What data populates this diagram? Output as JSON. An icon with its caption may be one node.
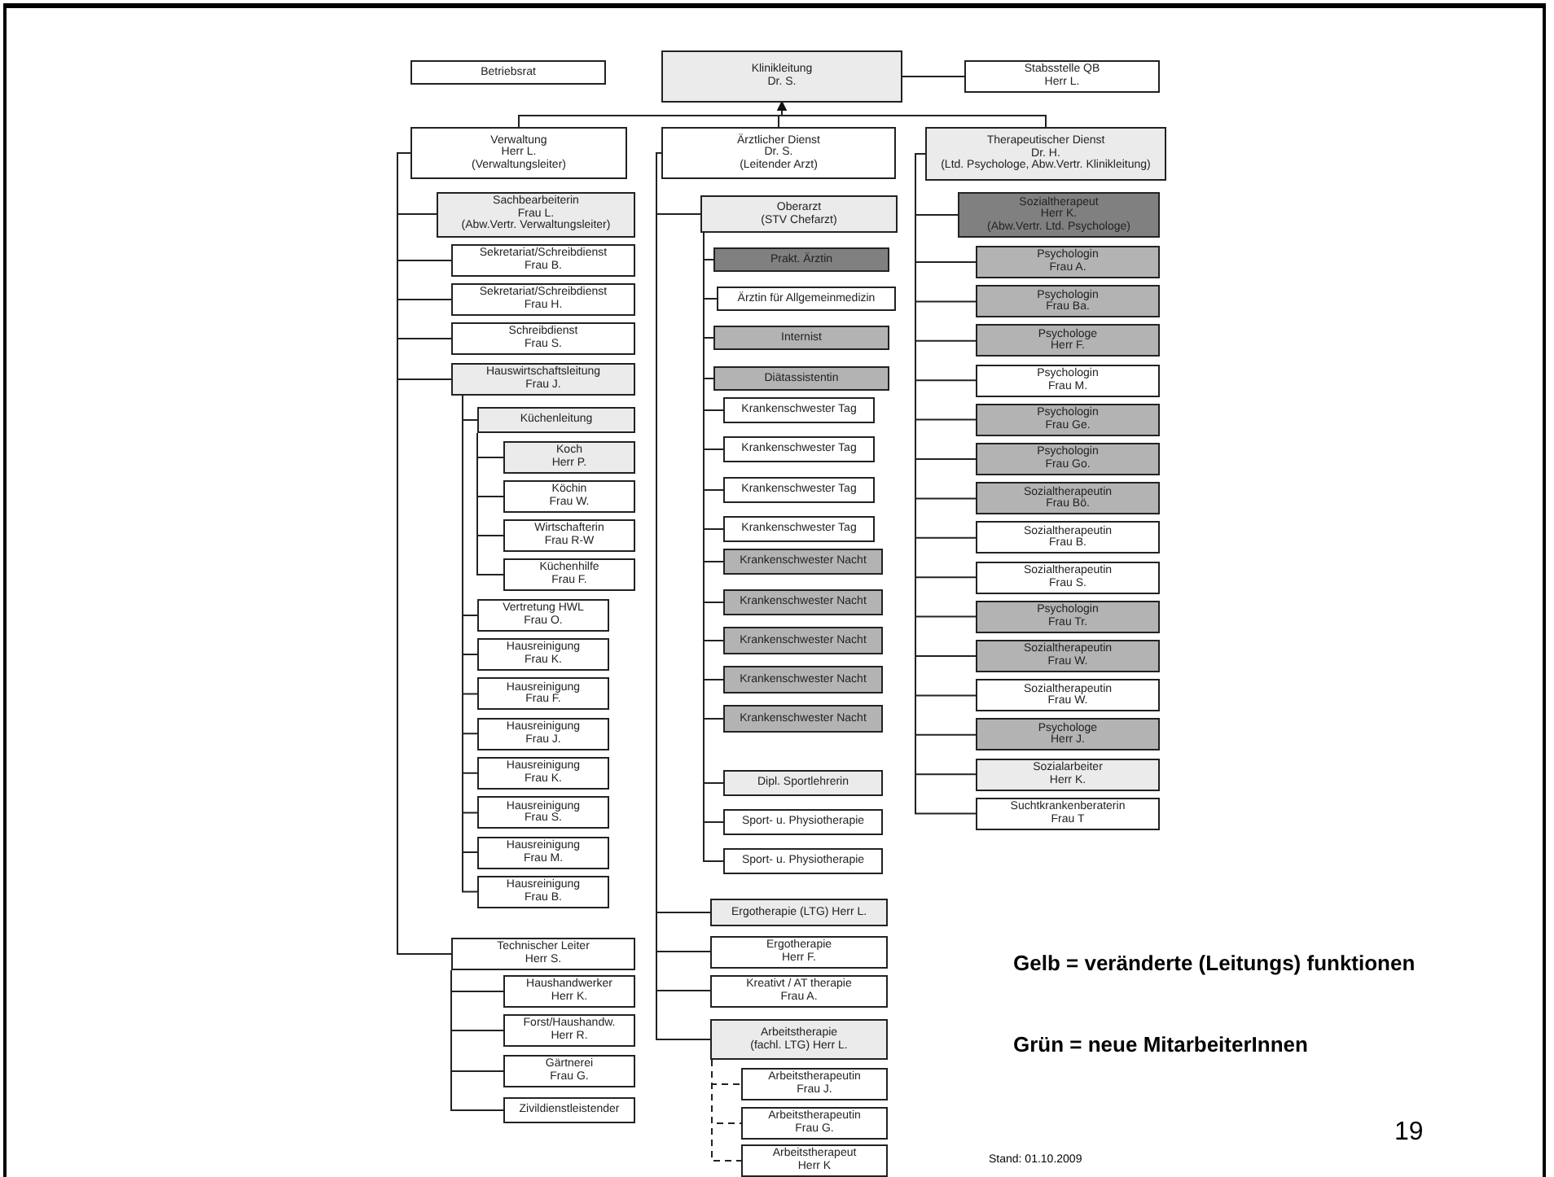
{
  "diagram": {
    "nodes": [
      {
        "text": [
          "Betriebsrat"
        ]
      },
      {
        "text": [
          "Klinikleitung",
          "Dr. S."
        ]
      },
      {
        "text": [
          "Stabsstelle QB",
          "Herr L."
        ]
      },
      {
        "text": [
          "Verwaltung",
          "Herr L.",
          "(Verwaltungsleiter)"
        ]
      },
      {
        "text": [
          "Ärztlicher Dienst",
          "Dr. S.",
          "(Leitender Arzt)"
        ]
      },
      {
        "text": [
          "Therapeutischer Dienst",
          "Dr. H.",
          "(Ltd. Psychologe, Abw.Vertr. Klinikleitung)"
        ]
      },
      {
        "text": [
          "Sachbearbeiterin",
          "Frau L.",
          "(Abw.Vertr. Verwaltungsleiter)"
        ]
      },
      {
        "text": [
          "Sekretariat/Schreibdienst",
          "Frau B."
        ]
      },
      {
        "text": [
          "Sekretariat/Schreibdienst",
          "Frau H."
        ]
      },
      {
        "text": [
          "Schreibdienst",
          "Frau S."
        ]
      },
      {
        "text": [
          "Hauswirtschaftsleitung",
          "Frau J."
        ]
      },
      {
        "text": [
          "Küchenleitung"
        ]
      },
      {
        "text": [
          "Koch",
          "Herr P."
        ]
      },
      {
        "text": [
          "Köchin",
          "Frau W."
        ]
      },
      {
        "text": [
          "Wirtschafterin",
          "Frau R-W"
        ]
      },
      {
        "text": [
          "Küchenhilfe",
          "Frau F."
        ]
      },
      {
        "text": [
          "Vertretung HWL",
          "Frau O."
        ]
      },
      {
        "text": [
          "Hausreinigung",
          "Frau K."
        ]
      },
      {
        "text": [
          "Hausreinigung",
          "Frau F."
        ]
      },
      {
        "text": [
          "Hausreinigung",
          "Frau J."
        ]
      },
      {
        "text": [
          "Hausreinigung",
          "Frau K."
        ]
      },
      {
        "text": [
          "Hausreinigung",
          "Frau S."
        ]
      },
      {
        "text": [
          "Hausreinigung",
          "Frau M."
        ]
      },
      {
        "text": [
          "Hausreinigung",
          "Frau B."
        ]
      },
      {
        "text": [
          "Technischer Leiter",
          "Herr S."
        ]
      },
      {
        "text": [
          "Haushandwerker",
          "Herr K."
        ]
      },
      {
        "text": [
          "Forst/Haushandw.",
          "Herr R."
        ]
      },
      {
        "text": [
          "Gärtnerei",
          "Frau G."
        ]
      },
      {
        "text": [
          "Zivildienstleistender"
        ]
      },
      {
        "text": [
          "Oberarzt",
          "(STV Chefarzt)"
        ]
      },
      {
        "text": [
          "Prakt. Ärztin"
        ]
      },
      {
        "text": [
          "Ärztin für Allgemeinmedizin"
        ]
      },
      {
        "text": [
          "Internist"
        ]
      },
      {
        "text": [
          "Diätassistentin"
        ]
      },
      {
        "text": [
          "Krankenschwester Tag"
        ]
      },
      {
        "text": [
          "Krankenschwester Tag"
        ]
      },
      {
        "text": [
          "Krankenschwester Tag"
        ]
      },
      {
        "text": [
          "Krankenschwester Tag"
        ]
      },
      {
        "text": [
          "Krankenschwester Nacht"
        ]
      },
      {
        "text": [
          "Krankenschwester Nacht"
        ]
      },
      {
        "text": [
          "Krankenschwester Nacht"
        ]
      },
      {
        "text": [
          "Krankenschwester Nacht"
        ]
      },
      {
        "text": [
          "Krankenschwester Nacht"
        ]
      },
      {
        "text": [
          "Dipl. Sportlehrerin"
        ]
      },
      {
        "text": [
          "Sport- u. Physiotherapie"
        ]
      },
      {
        "text": [
          "Sport- u. Physiotherapie"
        ]
      },
      {
        "text": [
          "Ergotherapie (LTG) Herr L."
        ]
      },
      {
        "text": [
          "Ergotherapie",
          "Herr F."
        ]
      },
      {
        "text": [
          "Kreativt / AT therapie",
          "Frau A."
        ]
      },
      {
        "text": [
          "Arbeitstherapie",
          "(fachl. LTG) Herr L."
        ]
      },
      {
        "text": [
          "Arbeitstherapeutin",
          "Frau J."
        ]
      },
      {
        "text": [
          "Arbeitstherapeutin",
          "Frau G."
        ]
      },
      {
        "text": [
          "Arbeitstherapeut",
          "Herr K"
        ]
      },
      {
        "text": [
          "Sozialtherapeut",
          "Herr K.",
          "(Abw.Vertr. Ltd. Psychologe)"
        ]
      },
      {
        "text": [
          "Psychologin",
          "Frau A."
        ]
      },
      {
        "text": [
          "Psychologin",
          "Frau Ba."
        ]
      },
      {
        "text": [
          "Psychologe",
          "Herr F."
        ]
      },
      {
        "text": [
          "Psychologin",
          "Frau M."
        ]
      },
      {
        "text": [
          "Psychologin",
          "Frau Ge."
        ]
      },
      {
        "text": [
          "Psychologin",
          "Frau Go."
        ]
      },
      {
        "text": [
          "Sozialtherapeutin",
          "Frau Bö."
        ]
      },
      {
        "text": [
          "Sozialtherapeutin",
          "Frau B."
        ]
      },
      {
        "text": [
          "Sozialtherapeutin",
          "Frau S."
        ]
      },
      {
        "text": [
          "Psychologin",
          "Frau Tr."
        ]
      },
      {
        "text": [
          "Sozialtherapeutin",
          "Frau W."
        ]
      },
      {
        "text": [
          "Sozialtherapeutin",
          "Frau W."
        ]
      },
      {
        "text": [
          "Psychologe",
          "Herr J."
        ]
      },
      {
        "text": [
          "Sozialarbeiter",
          "Herr K."
        ]
      },
      {
        "text": [
          "Suchtkrankenberaterin",
          "Frau T"
        ]
      }
    ],
    "edges": [
      {
        "from": 3,
        "to": 1,
        "arrow": "to"
      },
      {
        "from": 4,
        "to": 1,
        "arrow": "to"
      },
      {
        "from": 5,
        "to": 1,
        "arrow": "to"
      },
      {
        "from": 1,
        "to": 2,
        "arrow": "none"
      },
      {
        "from": 3,
        "to": 6,
        "arrow": "none"
      },
      {
        "from": 3,
        "to": 7,
        "arrow": "none"
      },
      {
        "from": 3,
        "to": 8,
        "arrow": "none"
      },
      {
        "from": 3,
        "to": 9,
        "arrow": "none"
      },
      {
        "from": 3,
        "to": 10,
        "arrow": "none"
      },
      {
        "from": 10,
        "to": 11,
        "arrow": "none"
      },
      {
        "from": 11,
        "to": 12,
        "arrow": "none"
      },
      {
        "from": 11,
        "to": 13,
        "arrow": "none"
      },
      {
        "from": 11,
        "to": 14,
        "arrow": "none"
      },
      {
        "from": 11,
        "to": 15,
        "arrow": "none"
      },
      {
        "from": 10,
        "to": 16,
        "arrow": "none"
      },
      {
        "from": 10,
        "to": 17,
        "arrow": "none"
      },
      {
        "from": 10,
        "to": 18,
        "arrow": "none"
      },
      {
        "from": 10,
        "to": 19,
        "arrow": "none"
      },
      {
        "from": 10,
        "to": 20,
        "arrow": "none"
      },
      {
        "from": 10,
        "to": 21,
        "arrow": "none"
      },
      {
        "from": 10,
        "to": 22,
        "arrow": "none"
      },
      {
        "from": 10,
        "to": 23,
        "arrow": "none"
      },
      {
        "from": 3,
        "to": 24,
        "arrow": "none"
      },
      {
        "from": 24,
        "to": 25,
        "arrow": "none"
      },
      {
        "from": 24,
        "to": 26,
        "arrow": "none"
      },
      {
        "from": 24,
        "to": 27,
        "arrow": "none"
      },
      {
        "from": 24,
        "to": 28,
        "arrow": "none"
      },
      {
        "from": 4,
        "to": 29,
        "arrow": "none"
      },
      {
        "from": 29,
        "to": 30,
        "arrow": "none"
      },
      {
        "from": 29,
        "to": 31,
        "arrow": "none"
      },
      {
        "from": 29,
        "to": 32,
        "arrow": "none"
      },
      {
        "from": 29,
        "to": 33,
        "arrow": "none"
      },
      {
        "from": 29,
        "to": 34,
        "arrow": "none"
      },
      {
        "from": 29,
        "to": 35,
        "arrow": "none"
      },
      {
        "from": 29,
        "to": 36,
        "arrow": "none"
      },
      {
        "from": 29,
        "to": 37,
        "arrow": "none"
      },
      {
        "from": 29,
        "to": 38,
        "arrow": "none"
      },
      {
        "from": 29,
        "to": 39,
        "arrow": "none"
      },
      {
        "from": 29,
        "to": 40,
        "arrow": "none"
      },
      {
        "from": 29,
        "to": 41,
        "arrow": "none"
      },
      {
        "from": 29,
        "to": 42,
        "arrow": "none"
      },
      {
        "from": 29,
        "to": 43,
        "arrow": "none"
      },
      {
        "from": 29,
        "to": 44,
        "arrow": "none"
      },
      {
        "from": 29,
        "to": 45,
        "arrow": "none"
      },
      {
        "from": 4,
        "to": 46,
        "arrow": "none"
      },
      {
        "from": 4,
        "to": 47,
        "arrow": "none"
      },
      {
        "from": 4,
        "to": 48,
        "arrow": "none"
      },
      {
        "from": 4,
        "to": 49,
        "arrow": "none"
      },
      {
        "from": 49,
        "to": 50,
        "arrow": "none",
        "style": "dashed"
      },
      {
        "from": 49,
        "to": 51,
        "arrow": "none",
        "style": "dashed"
      },
      {
        "from": 49,
        "to": 52,
        "arrow": "none",
        "style": "dashed"
      },
      {
        "from": 5,
        "to": 53,
        "arrow": "none"
      },
      {
        "from": 5,
        "to": 54,
        "arrow": "none"
      },
      {
        "from": 5,
        "to": 55,
        "arrow": "none"
      },
      {
        "from": 5,
        "to": 56,
        "arrow": "none"
      },
      {
        "from": 5,
        "to": 57,
        "arrow": "none"
      },
      {
        "from": 5,
        "to": 58,
        "arrow": "none"
      },
      {
        "from": 5,
        "to": 59,
        "arrow": "none"
      },
      {
        "from": 5,
        "to": 60,
        "arrow": "none"
      },
      {
        "from": 5,
        "to": 61,
        "arrow": "none"
      },
      {
        "from": 5,
        "to": 62,
        "arrow": "none"
      },
      {
        "from": 5,
        "to": 63,
        "arrow": "none"
      },
      {
        "from": 5,
        "to": 64,
        "arrow": "none"
      },
      {
        "from": 5,
        "to": 65,
        "arrow": "none"
      },
      {
        "from": 5,
        "to": 66,
        "arrow": "none"
      },
      {
        "from": 5,
        "to": 67,
        "arrow": "none"
      },
      {
        "from": 5,
        "to": 68,
        "arrow": "none"
      }
    ],
    "labels": [
      "Gelb = veränderte (Leitungs) funktionen",
      "Grün = neue MitarbeiterInnen",
      "19",
      "Stand: 01.10.2009"
    ]
  }
}
